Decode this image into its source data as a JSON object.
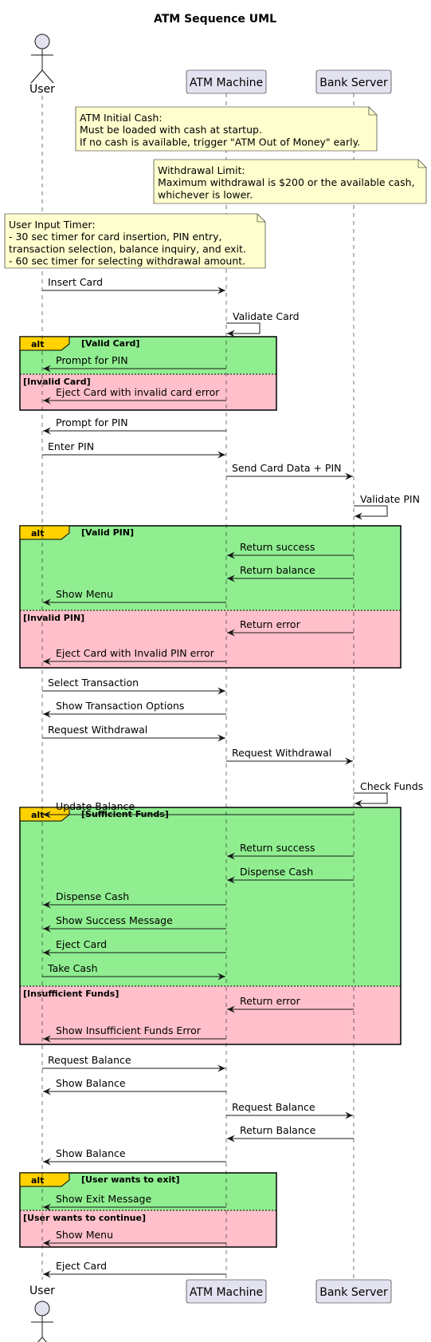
{
  "title": "ATM Sequence UML",
  "colors": {
    "alt_true": "#90ee90",
    "alt_false": "#ffc0cb",
    "note": "#fefece",
    "participant": "#e2e2f0",
    "alt_tab": "#ffd200"
  },
  "participants": [
    {
      "id": "user",
      "label": "User",
      "kind": "actor"
    },
    {
      "id": "atm",
      "label": "ATM Machine",
      "kind": "participant"
    },
    {
      "id": "bank",
      "label": "Bank Server",
      "kind": "participant"
    }
  ],
  "notes": [
    {
      "lines": [
        "ATM Initial Cash:",
        "Must be loaded with cash at startup.",
        "If no cash is available, trigger \"ATM Out of Money\" early."
      ]
    },
    {
      "lines": [
        "Withdrawal Limit:",
        "Maximum withdrawal is $200 or the available cash,",
        "whichever is lower."
      ]
    },
    {
      "lines": [
        "User Input Timer:",
        "- 30 sec timer for card insertion, PIN entry,",
        "  transaction selection, balance inquiry, and exit.",
        "- 60 sec timer for selecting withdrawal amount."
      ]
    }
  ],
  "alt_keyword": "alt",
  "alt_blocks": [
    {
      "conditions": [
        "[Valid Card]",
        "[Invalid Card]"
      ]
    },
    {
      "conditions": [
        "[Valid PIN]",
        "[Invalid PIN]"
      ]
    },
    {
      "conditions": [
        "[Sufficient Funds]",
        "[Insufficient Funds]"
      ]
    },
    {
      "conditions": [
        "[User wants to exit]",
        "[User wants to continue]"
      ]
    }
  ],
  "messages": [
    {
      "from": "user",
      "to": "atm",
      "label": "Insert Card"
    },
    {
      "from": "atm",
      "to": "atm",
      "label": "Validate Card"
    },
    {
      "from": "atm",
      "to": "user",
      "label": "Prompt for PIN"
    },
    {
      "from": "atm",
      "to": "user",
      "label": "Eject Card with invalid card error"
    },
    {
      "from": "atm",
      "to": "user",
      "label": "Prompt for PIN"
    },
    {
      "from": "user",
      "to": "atm",
      "label": "Enter PIN"
    },
    {
      "from": "atm",
      "to": "bank",
      "label": "Send Card Data + PIN"
    },
    {
      "from": "bank",
      "to": "bank",
      "label": "Validate PIN"
    },
    {
      "from": "bank",
      "to": "atm",
      "label": "Return success"
    },
    {
      "from": "bank",
      "to": "atm",
      "label": "Return balance"
    },
    {
      "from": "atm",
      "to": "user",
      "label": "Show Menu"
    },
    {
      "from": "bank",
      "to": "atm",
      "label": "Return error"
    },
    {
      "from": "atm",
      "to": "user",
      "label": "Eject Card with Invalid PIN error"
    },
    {
      "from": "user",
      "to": "atm",
      "label": "Select Transaction"
    },
    {
      "from": "atm",
      "to": "user",
      "label": "Show Transaction Options"
    },
    {
      "from": "user",
      "to": "atm",
      "label": "Request Withdrawal"
    },
    {
      "from": "atm",
      "to": "bank",
      "label": "Request Withdrawal"
    },
    {
      "from": "bank",
      "to": "bank",
      "label": "Check Funds"
    },
    {
      "from": "bank",
      "to": "user",
      "label": "Update Balance"
    },
    {
      "from": "bank",
      "to": "atm",
      "label": "Return success"
    },
    {
      "from": "bank",
      "to": "atm",
      "label": "Dispense Cash"
    },
    {
      "from": "atm",
      "to": "user",
      "label": "Dispense Cash"
    },
    {
      "from": "atm",
      "to": "user",
      "label": "Show Success Message"
    },
    {
      "from": "atm",
      "to": "user",
      "label": "Eject Card"
    },
    {
      "from": "user",
      "to": "atm",
      "label": "Take Cash"
    },
    {
      "from": "bank",
      "to": "atm",
      "label": "Return error"
    },
    {
      "from": "atm",
      "to": "user",
      "label": "Show Insufficient Funds Error"
    },
    {
      "from": "user",
      "to": "atm",
      "label": "Request Balance"
    },
    {
      "from": "atm",
      "to": "user",
      "label": "Show Balance"
    },
    {
      "from": "atm",
      "to": "bank",
      "label": "Request Balance"
    },
    {
      "from": "bank",
      "to": "atm",
      "label": "Return Balance"
    },
    {
      "from": "atm",
      "to": "user",
      "label": "Show Balance"
    },
    {
      "from": "atm",
      "to": "user",
      "label": "Show Exit Message"
    },
    {
      "from": "atm",
      "to": "user",
      "label": "Show Menu"
    },
    {
      "from": "atm",
      "to": "user",
      "label": "Eject Card"
    }
  ]
}
